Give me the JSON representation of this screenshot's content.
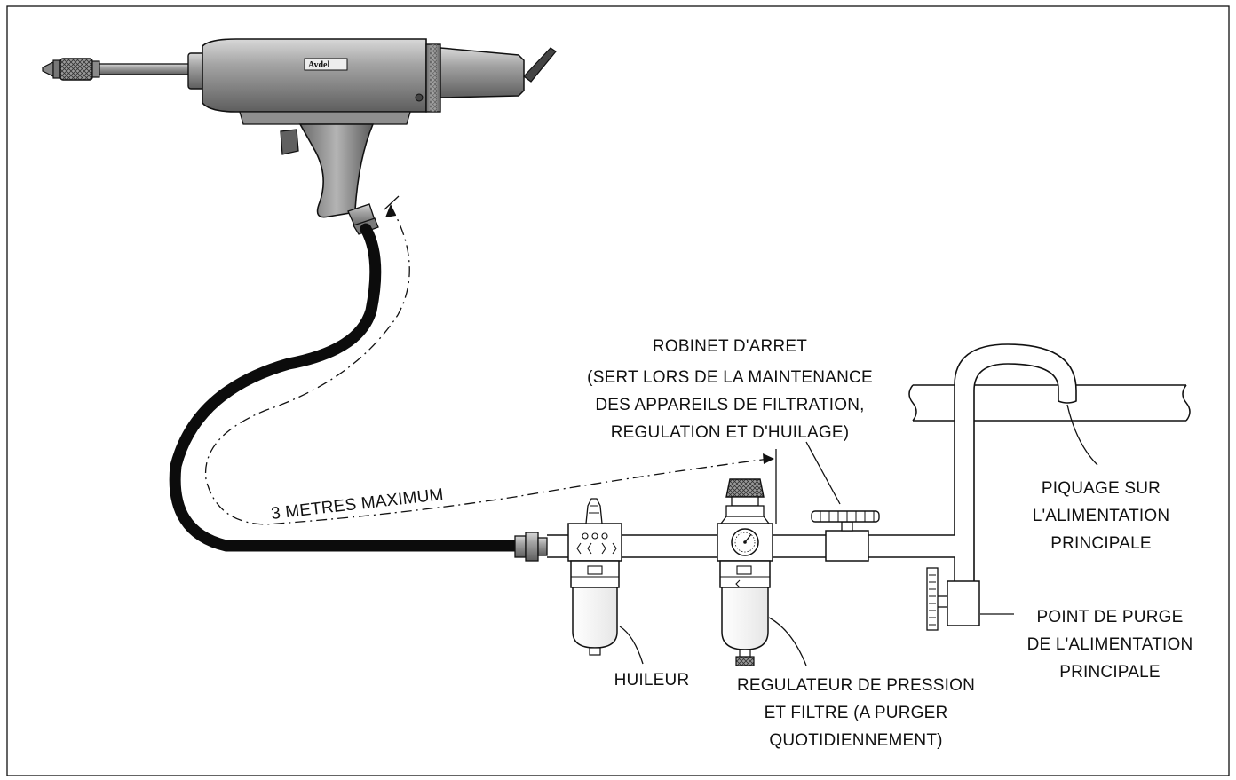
{
  "colors": {
    "ink": "#111111",
    "metal": "#8c8c8c",
    "metal_light": "#c8c8c8",
    "hose": "#0c0c0c",
    "paper": "#ffffff"
  },
  "tool": {
    "brand": "Avdel"
  },
  "labels": {
    "hose_length": "3 METRES MAXIMUM",
    "shutoff_valve": [
      "ROBINET D'ARRET",
      "(SERT LORS DE LA MAINTENANCE",
      "DES APPAREILS DE FILTRATION,",
      "REGULATION ET D'HUILAGE)"
    ],
    "main_tap": [
      "PIQUAGE SUR",
      "L'ALIMENTATION",
      "PRINCIPALE"
    ],
    "drain_point": [
      "POINT DE PURGE",
      "DE L'ALIMENTATION",
      "PRINCIPALE"
    ],
    "lubricator": "HUILEUR",
    "regulator": [
      "REGULATEUR DE PRESSION",
      "ET FILTRE (A PURGER",
      "QUOTIDIENNEMENT)"
    ]
  }
}
